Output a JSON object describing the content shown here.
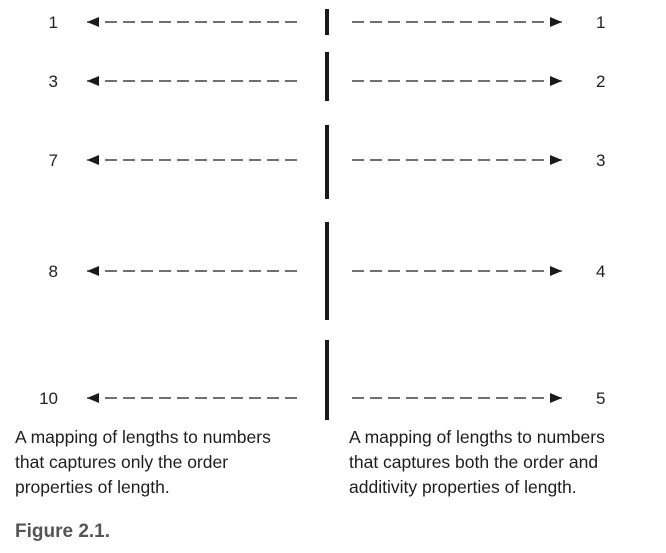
{
  "rows": [
    {
      "left": "1",
      "right": "1"
    },
    {
      "left": "3",
      "right": "2"
    },
    {
      "left": "7",
      "right": "3"
    },
    {
      "left": "8",
      "right": "4"
    },
    {
      "left": "10",
      "right": "5"
    }
  ],
  "captions": {
    "left": "A mapping of lengths to numbers\nthat captures only the order\nproperties of length.",
    "right": "A mapping of lengths to numbers\nthat captures both the order and\nadditivity properties of length."
  },
  "figure_label": "Figure 2.1.",
  "colors": {
    "line": "#1a1a1a",
    "text": "#222222"
  }
}
